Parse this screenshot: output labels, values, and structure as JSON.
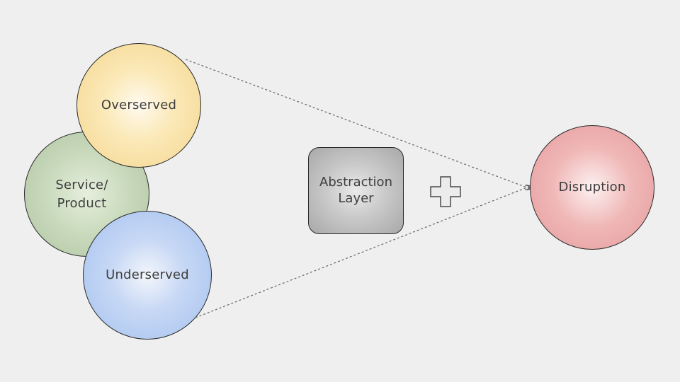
{
  "diagram": {
    "nodes": {
      "overserved": {
        "label": "Overserved",
        "color": "#f5d68f"
      },
      "service": {
        "label": "Service/\nProduct",
        "color": "#aec3a1"
      },
      "underserved": {
        "label": "Underserved",
        "color": "#a4c1ef"
      },
      "abstraction": {
        "label": "Abstraction\nLayer",
        "color": "#a8a8a8"
      },
      "disruption": {
        "label": "Disruption",
        "color": "#e59a9b"
      }
    },
    "operator": {
      "icon": "plus-icon"
    },
    "edges": [
      {
        "from": "Overserved",
        "to": "Disruption",
        "style": "dashed-arrow"
      },
      {
        "from": "Underserved",
        "to": "Disruption",
        "style": "dashed-arrow"
      }
    ],
    "background": "#efefef"
  }
}
